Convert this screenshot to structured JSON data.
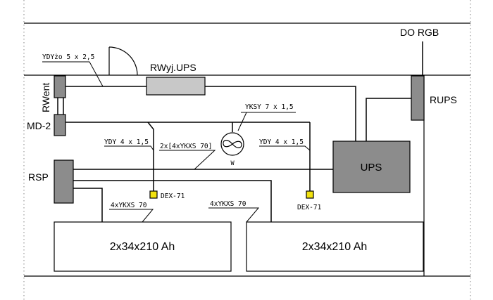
{
  "labels": {
    "do_rgb": "DO RGB",
    "rwyj_ups": "RWyj.UPS",
    "rups": "RUPS",
    "rwent": "RWent",
    "md2": "MD-2",
    "rsp": "RSP",
    "ups": "UPS",
    "battery_left": "2x34x210 Ah",
    "battery_right": "2x34x210 Ah",
    "dex_left": "DEX-71",
    "dex_right": "DEX-71",
    "fan_letter": "W"
  },
  "cables": {
    "ydyzo": "YDYżo 5 x 2,5",
    "yksy": "YKSY 7 x 1,5",
    "ydy_left": "YDY 4 x 1,5",
    "ydy_right": "YDY 4 x 1,5",
    "ykxs_main": "2x[4xYKXS 70]",
    "ykxs_left": "4xYKXS 70",
    "ykxs_right": "4xYKXS 70"
  },
  "colors": {
    "line": "#000000",
    "box_dark": "#8c8c8c",
    "box_light": "#c8c8c8",
    "sensor": "#f2e20f",
    "dotted": "#9a9a9a"
  }
}
